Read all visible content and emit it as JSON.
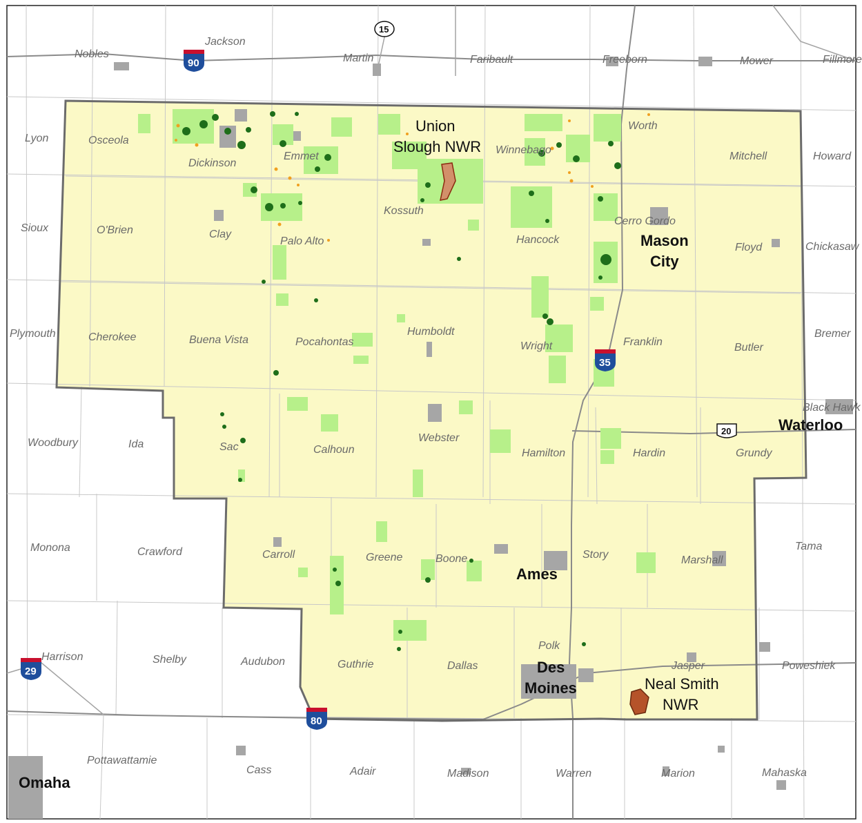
{
  "colors": {
    "background": "#ffffff",
    "district_fill": "#fbf9c6",
    "district_border": "#6b6b6b",
    "wpa_light_green": "#b7f08a",
    "wpa_dark_green": "#1e6e1a",
    "orange_points": "#f0a020",
    "urban_gray": "#a6a6a6",
    "refuge_brown": "#b5532a",
    "interstate_blue": "#1f4e9c",
    "interstate_red": "#c8102e"
  },
  "counties": [
    "Nobles",
    "Jackson",
    "Martin",
    "Faribault",
    "Freeborn",
    "Mower",
    "Fillmore",
    "Lyon",
    "Osceola",
    "Dickinson",
    "Emmet",
    "Winnebago",
    "Worth",
    "Mitchell",
    "Howard",
    "Sioux",
    "O'Brien",
    "Clay",
    "Palo Alto",
    "Kossuth",
    "Hancock",
    "Cerro Gordo",
    "Floyd",
    "Chickasaw",
    "Plymouth",
    "Cherokee",
    "Buena Vista",
    "Pocahontas",
    "Humboldt",
    "Wright",
    "Franklin",
    "Butler",
    "Bremer",
    "Woodbury",
    "Ida",
    "Sac",
    "Calhoun",
    "Webster",
    "Hamilton",
    "Hardin",
    "Grundy",
    "Black Hawk",
    "Monona",
    "Crawford",
    "Carroll",
    "Greene",
    "Boone",
    "Story",
    "Marshall",
    "Tama",
    "Harrison",
    "Shelby",
    "Audubon",
    "Guthrie",
    "Dallas",
    "Polk",
    "Jasper",
    "Poweshiek",
    "Pottawattamie",
    "Cass",
    "Adair",
    "Madison",
    "Warren",
    "Marion",
    "Mahaska"
  ],
  "cities": [
    {
      "name": "Mason City",
      "lines": [
        "Mason",
        "City"
      ]
    },
    {
      "name": "Waterloo",
      "lines": [
        "Waterloo"
      ]
    },
    {
      "name": "Ames",
      "lines": [
        "Ames"
      ]
    },
    {
      "name": "Des Moines",
      "lines": [
        "Des",
        "Moines"
      ]
    },
    {
      "name": "Omaha",
      "lines": [
        "Omaha"
      ]
    }
  ],
  "refuges": [
    {
      "name": "Union Slough NWR",
      "lines": [
        "Union",
        "Slough NWR"
      ]
    },
    {
      "name": "Neal Smith NWR",
      "lines": [
        "Neal Smith",
        "NWR"
      ]
    }
  ],
  "interstates": [
    "90",
    "35",
    "29",
    "80"
  ],
  "us_highways": [
    "15",
    "20"
  ]
}
